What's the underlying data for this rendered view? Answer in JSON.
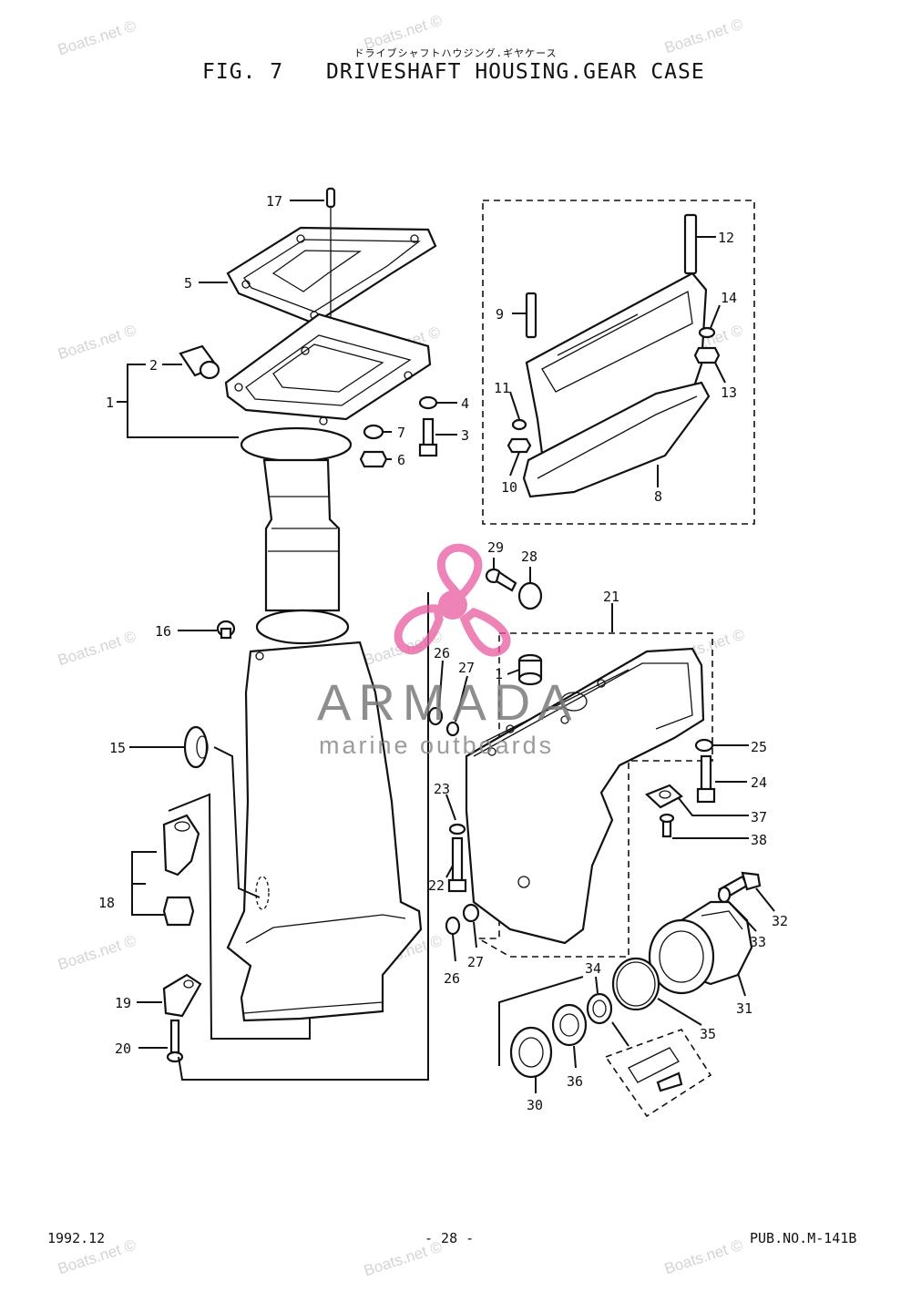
{
  "header": {
    "japanese_title": "ドライブシャフトハウジング.ギヤケース",
    "fig_label": "FIG. 7",
    "title": "DRIVESHAFT HOUSING.GEAR CASE"
  },
  "footer": {
    "date": "1992.12",
    "page": "- 28 -",
    "publication": "PUB.NO.M-141B"
  },
  "watermark": {
    "text": "Boats.net ©",
    "logo_main": "ARMADA",
    "logo_sub": "marine outboards",
    "logo_color": "#e75aa0"
  },
  "callouts": [
    "1",
    "2",
    "3",
    "4",
    "5",
    "6",
    "7",
    "8",
    "9",
    "10",
    "11",
    "12",
    "13",
    "14",
    "15",
    "16",
    "17",
    "18",
    "19",
    "20",
    "21",
    "22",
    "23",
    "24",
    "25",
    "26",
    "27",
    "28",
    "29",
    "30",
    "31",
    "32",
    "33",
    "34",
    "35",
    "36",
    "37",
    "38",
    "1",
    "26",
    "27"
  ]
}
